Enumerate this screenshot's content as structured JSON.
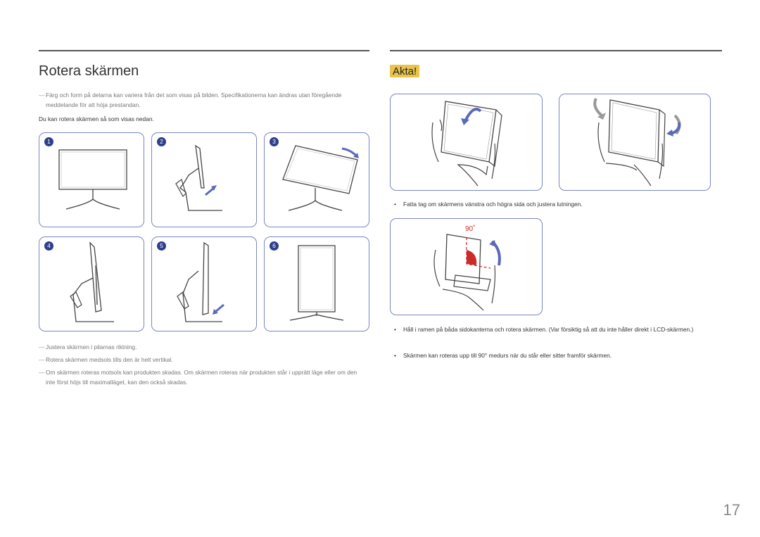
{
  "left": {
    "title": "Rotera skärmen",
    "note1": "Färg och form på delarna kan variera från det som visas på bilden. Specifikationerna kan ändras utan föregående meddelande för att höja prestandan.",
    "intro": "Du kan rotera skärmen så som visas nedan.",
    "steps": [
      "1",
      "2",
      "3",
      "4",
      "5",
      "6"
    ],
    "notes": [
      "Justera skärmen i pilarnas riktning.",
      "Rotera skärmen medsols tills den är helt vertikal.",
      "Om skärmen roteras motsols kan produkten skadas. Om skärmen roteras när produkten står i upprätt läge eller om den inte först höjs till maximalläget, kan den också skadas."
    ],
    "note_dash": "―"
  },
  "right": {
    "heading": "Akta!",
    "bullet_char": "•",
    "bullets": [
      "Fatta tag om skärmens vänstra och högra sida och justera lutningen.",
      "Håll i ramen på båda sidokanterna och rotera skärmen. (Var försiktig så att du inte håller direkt i LCD-skärmen.)",
      "Skärmen kan roteras upp till 90° medurs när du står eller sitter framför skärmen."
    ],
    "angle_label": "90˚"
  },
  "page_number": "17",
  "colors": {
    "accent": "#2d3e8c",
    "panel_border": "#7a86c0",
    "arrow": "#5a6ab8",
    "warning": "#e8c44a",
    "angle": "#cc2b2b"
  }
}
